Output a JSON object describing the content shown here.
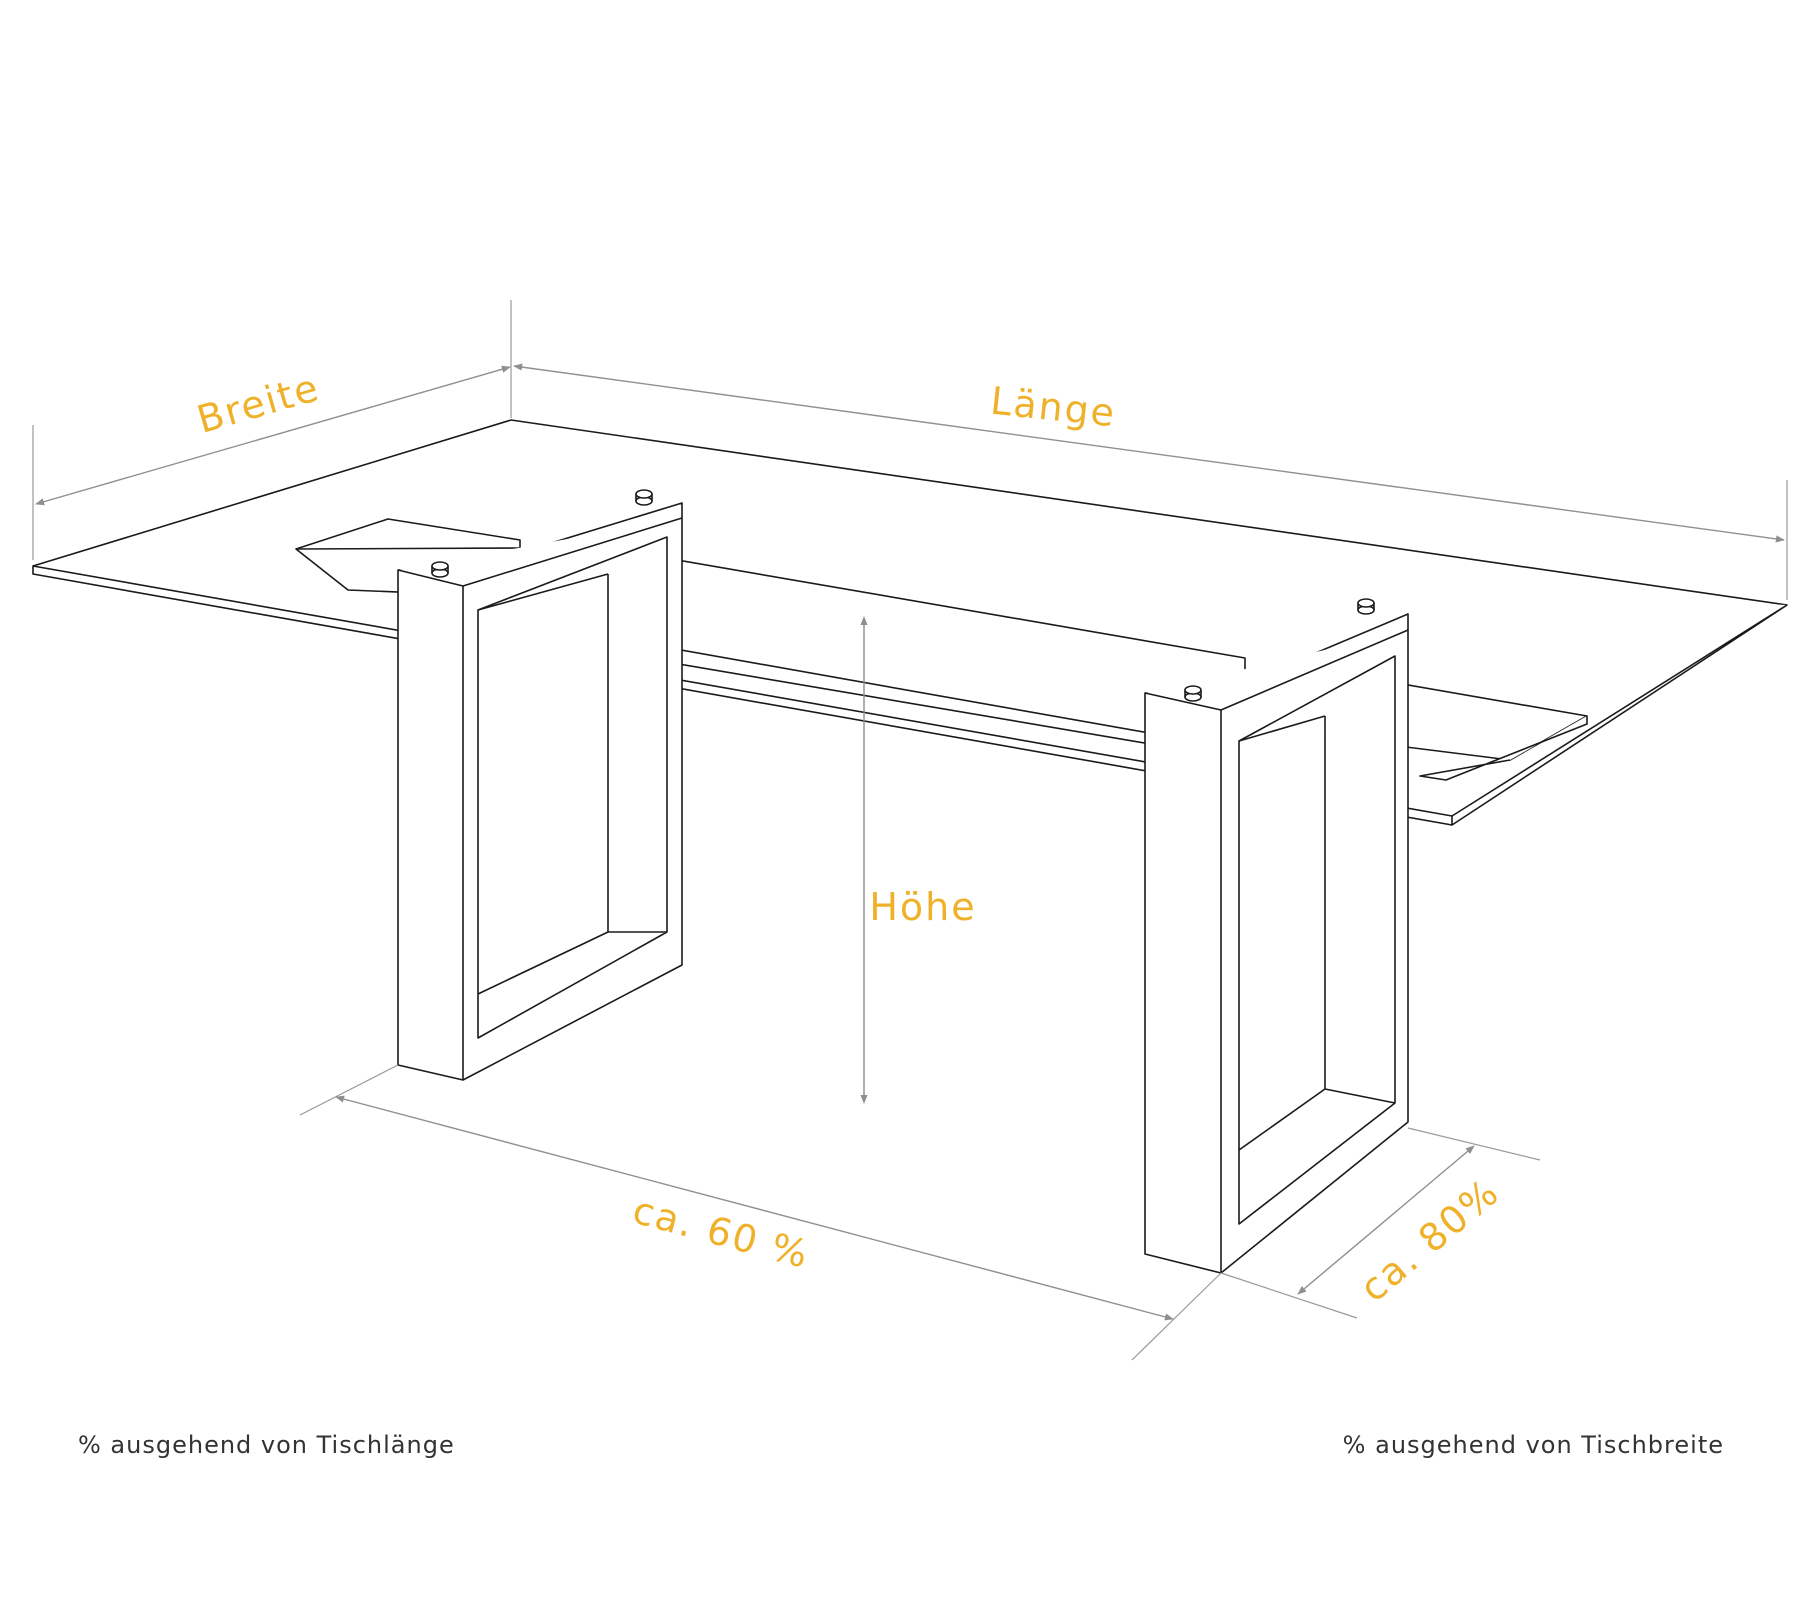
{
  "labels": {
    "breite": "Breite",
    "laenge": "Länge",
    "hoehe": "Höhe",
    "percent_length": "ca. 60 %",
    "percent_width": "ca. 80%"
  },
  "notes": {
    "left": "% ausgehend von Tischlänge",
    "right": "% ausgehend von Tischbreite"
  },
  "colors": {
    "label": "#f0b12a",
    "outline": "#1a1a1a",
    "dimension": "#8f8f8f",
    "note": "#333333"
  }
}
